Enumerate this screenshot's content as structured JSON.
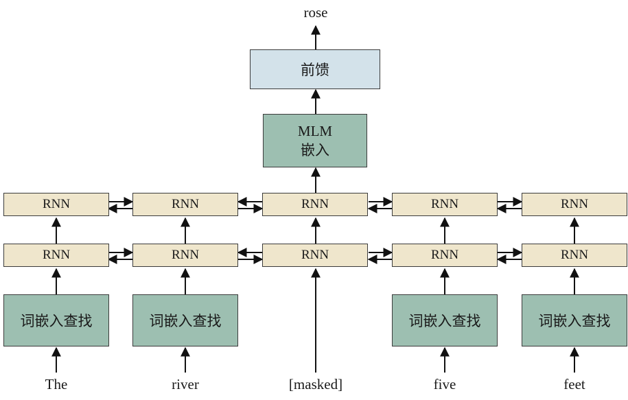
{
  "output_word": "rose",
  "feedforward_label": "前馈",
  "mlm_label_line1": "MLM",
  "mlm_label_line2": "嵌入",
  "rnn_label": "RNN",
  "lookup_label": "词嵌入查找",
  "input_words": [
    "The",
    "river",
    "[masked]",
    "five",
    "feet"
  ],
  "colors": {
    "rnn": "#efe6cc",
    "embedding": "#9dbfb1",
    "feedforward": "#d3e2ea",
    "arrow": "#111111"
  }
}
